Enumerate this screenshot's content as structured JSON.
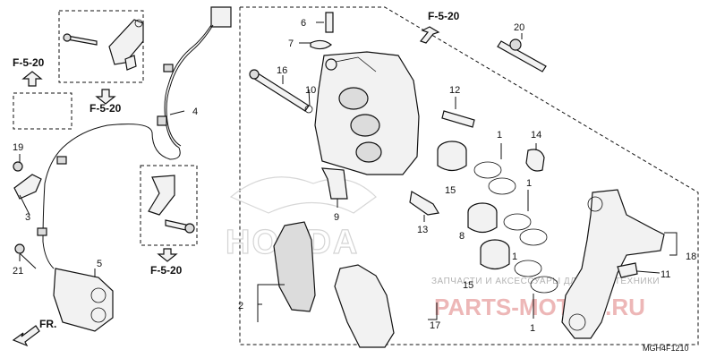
{
  "diagram": {
    "references": [
      "F-5-20",
      "F-5-20",
      "F-5-20",
      "F-5-20"
    ],
    "part_labels": [
      "1",
      "1",
      "1",
      "1",
      "2",
      "3",
      "4",
      "5",
      "6",
      "7",
      "8",
      "9",
      "10",
      "11",
      "12",
      "13",
      "14",
      "15",
      "15",
      "16",
      "17",
      "18",
      "19",
      "20",
      "21"
    ],
    "front_indicator": "FR.",
    "code": "MGH4F1210",
    "watermark_text": "ЗАПЧАСТИ И АКСЕССУАРЫ ДЛЯ МОТОТЕХНИКИ",
    "watermark_logo": "PARTS-MOTOR.RU",
    "brand_outline": "HONDA"
  }
}
